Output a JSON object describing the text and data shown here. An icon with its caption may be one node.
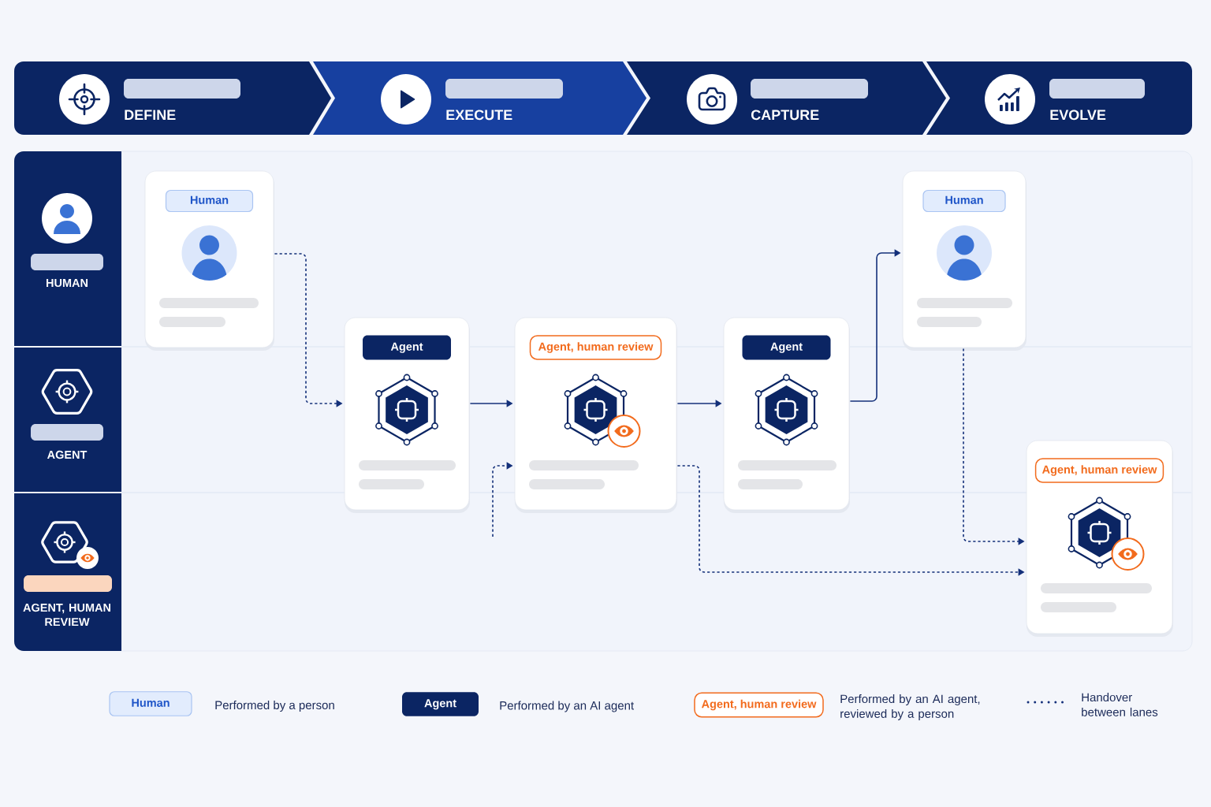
{
  "diagram": {
    "nodes": [
      {
        "text": [
          "DEFINE"
        ]
      },
      {
        "text": [
          "EXECUTE"
        ]
      },
      {
        "text": [
          "CAPTURE"
        ]
      },
      {
        "text": [
          "EVOLVE"
        ]
      },
      {
        "text": [
          "HUMAN"
        ]
      },
      {
        "text": [
          "AGENT"
        ]
      },
      {
        "text": [
          "AGENT, HUMAN REVIEW"
        ]
      },
      {
        "text": [
          "Human"
        ]
      },
      {
        "text": [
          "Agent"
        ]
      },
      {
        "text": [
          "Agent, human review"
        ]
      },
      {
        "text": [
          "Agent"
        ]
      },
      {
        "text": [
          "Human"
        ]
      },
      {
        "text": [
          "Agent, human review"
        ]
      }
    ],
    "edges": [
      {
        "from": 7,
        "to": 8,
        "arrow": "to",
        "style": "dashed"
      },
      {
        "from": 8,
        "to": 9,
        "arrow": "to"
      },
      {
        "from": null,
        "to": 9,
        "arrow": "to",
        "style": "dashed"
      },
      {
        "from": 9,
        "to": 12,
        "arrow": "to",
        "style": "dashed"
      },
      {
        "from": 9,
        "to": 10,
        "arrow": "to"
      },
      {
        "from": 10,
        "to": 11,
        "arrow": "to"
      },
      {
        "from": 11,
        "to": 12,
        "arrow": "to",
        "style": "dashed"
      }
    ],
    "labels": [
      "Human",
      "Agent",
      "Agent, human review"
    ],
    "legend": [
      {
        "text": "Performed by a person"
      },
      {
        "text": "Performed by an AI agent"
      },
      {
        "text": "Performed by an AI agent, reviewed by a person"
      },
      {
        "text": "Handover between lanes"
      }
    ]
  }
}
